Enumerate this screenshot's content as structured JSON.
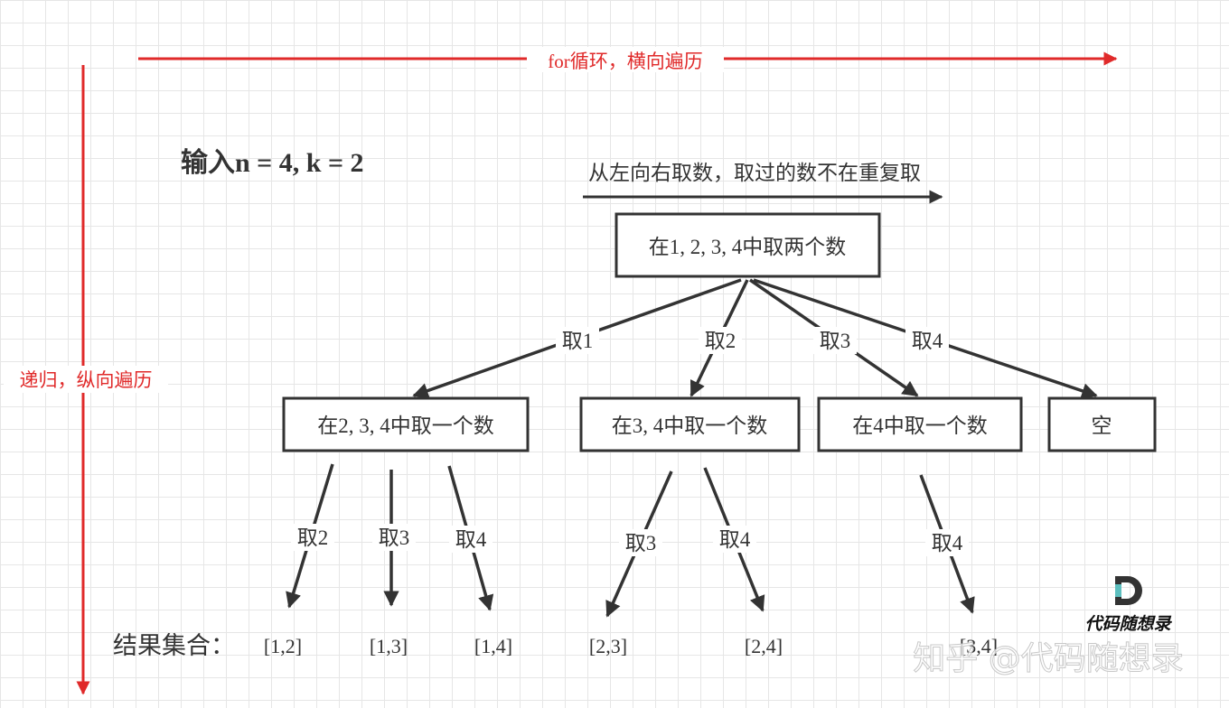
{
  "horizontal_axis_label": "for循环，横向遍历",
  "vertical_axis_label": "递归，纵向遍历",
  "input_label": "输入n = 4, k = 2",
  "direction_note": "从左向右取数，取过的数不在重复取",
  "root_node": "在1, 2, 3, 4中取两个数",
  "level1": {
    "edges": [
      "取1",
      "取2",
      "取3",
      "取4"
    ],
    "nodes": [
      "在2, 3, 4中取一个数",
      "在3, 4中取一个数",
      "在4中取一个数",
      "空"
    ]
  },
  "level2_edges": [
    "取2",
    "取3",
    "取4",
    "取3",
    "取4",
    "取4"
  ],
  "results_label": "结果集合：",
  "results": [
    "[1,2]",
    "[1,3]",
    "[1,4]",
    "[2,3]",
    "[2,4]",
    "[3,4]"
  ],
  "logo_text": "代码随想录",
  "watermark": "知乎 @代码随想录",
  "colors": {
    "red": "#e02a2a",
    "dark": "#333333"
  }
}
